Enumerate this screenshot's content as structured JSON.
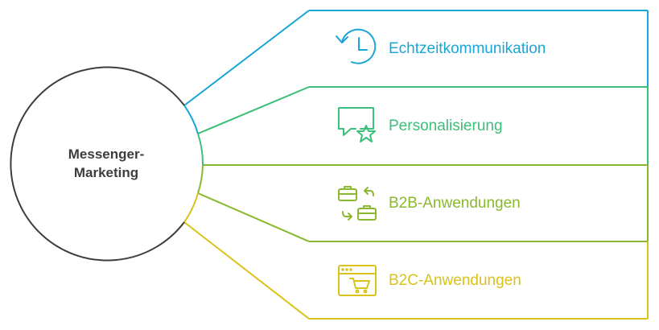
{
  "hub": {
    "line1": "Messenger-",
    "line2": "Marketing"
  },
  "branches": [
    {
      "label": "Echtzeitkommunikation",
      "icon": "clock-history-icon",
      "color": "#1aa6d6"
    },
    {
      "label": "Personalisierung",
      "icon": "chat-star-icon",
      "color": "#3bbf7a"
    },
    {
      "label": "B2B-Anwendungen",
      "icon": "briefcase-exchange-icon",
      "color": "#8ab82e"
    },
    {
      "label": "B2C-Anwendungen",
      "icon": "browser-cart-icon",
      "color": "#d9c21a"
    }
  ]
}
